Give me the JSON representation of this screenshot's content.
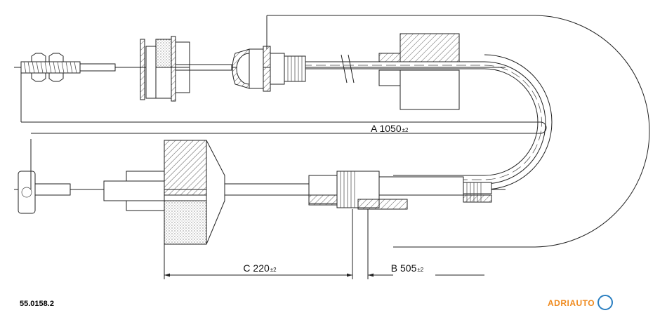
{
  "dimensions": {
    "a": {
      "letter": "A",
      "value": "1050",
      "tolerance": "±2"
    },
    "b": {
      "letter": "B",
      "value": "505",
      "tolerance": "±2"
    },
    "c": {
      "letter": "C",
      "value": "220",
      "tolerance": "±2"
    }
  },
  "part_number": "55.0158.2",
  "brand": {
    "name": "ADRIAUTO",
    "color": "#ef8a1e",
    "logo_ring": "#2a7fc1"
  }
}
